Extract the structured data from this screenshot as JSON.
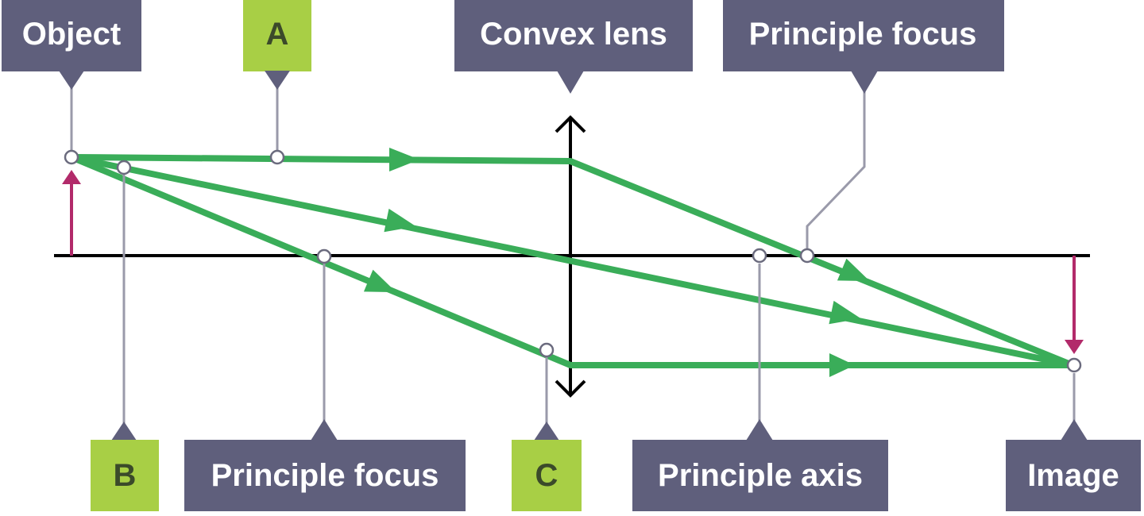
{
  "labels": {
    "object": "Object",
    "a": "A",
    "convex_lens": "Convex lens",
    "principle_focus_top": "Principle focus",
    "b": "B",
    "principle_focus_bottom": "Principle focus",
    "c": "C",
    "principle_axis": "Principle axis",
    "image": "Image"
  },
  "colors": {
    "label_dark": "#5f5f7c",
    "label_green": "#a8cf45",
    "ray": "#3aad59",
    "arrow_object_image": "#b22a6a",
    "axis": "#000000",
    "pointer_line": "#9a9aaa"
  }
}
